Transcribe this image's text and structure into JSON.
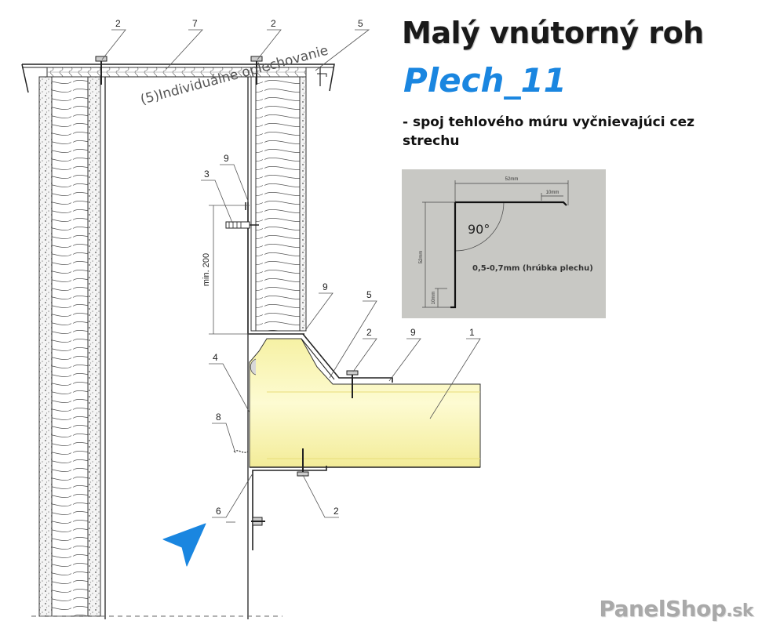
{
  "title": "Malý vnútorný roh",
  "product_code": "Plech_11",
  "description": "- spoj tehlového múru vyčnievajúci cez strechu",
  "drawing": {
    "rotated_label": "(5)Individuálne oplechovanie",
    "dimension_label": "min. 200",
    "callouts": [
      {
        "id": "c2a",
        "text": "2"
      },
      {
        "id": "c7",
        "text": "7"
      },
      {
        "id": "c2b",
        "text": "2"
      },
      {
        "id": "c5a",
        "text": "5"
      },
      {
        "id": "c9a",
        "text": "9"
      },
      {
        "id": "c3",
        "text": "3"
      },
      {
        "id": "c9b",
        "text": "9"
      },
      {
        "id": "c5b",
        "text": "5"
      },
      {
        "id": "c2c",
        "text": "2"
      },
      {
        "id": "c9c",
        "text": "9"
      },
      {
        "id": "c1",
        "text": "1"
      },
      {
        "id": "c4",
        "text": "4"
      },
      {
        "id": "c8",
        "text": "8"
      },
      {
        "id": "c6",
        "text": "6"
      },
      {
        "id": "c2d",
        "text": "2"
      }
    ]
  },
  "profile": {
    "width_label": "52mm",
    "lip_label": "10mm",
    "height_label": "52mm",
    "bottom_lip_label": "10mm",
    "angle_label": "90°",
    "thickness_label": "0,5-0,7mm (hrúbka plechu)"
  },
  "brand": {
    "name": "PanelShop",
    "suffix": ".sk"
  },
  "colors": {
    "accent_blue": "#1a86e0",
    "panel_core": "#fbf6b4",
    "profile_bg": "#c8c8c4",
    "brand_gray": "#a9a9a9"
  },
  "icons": [
    "cursor-arrow-icon"
  ]
}
